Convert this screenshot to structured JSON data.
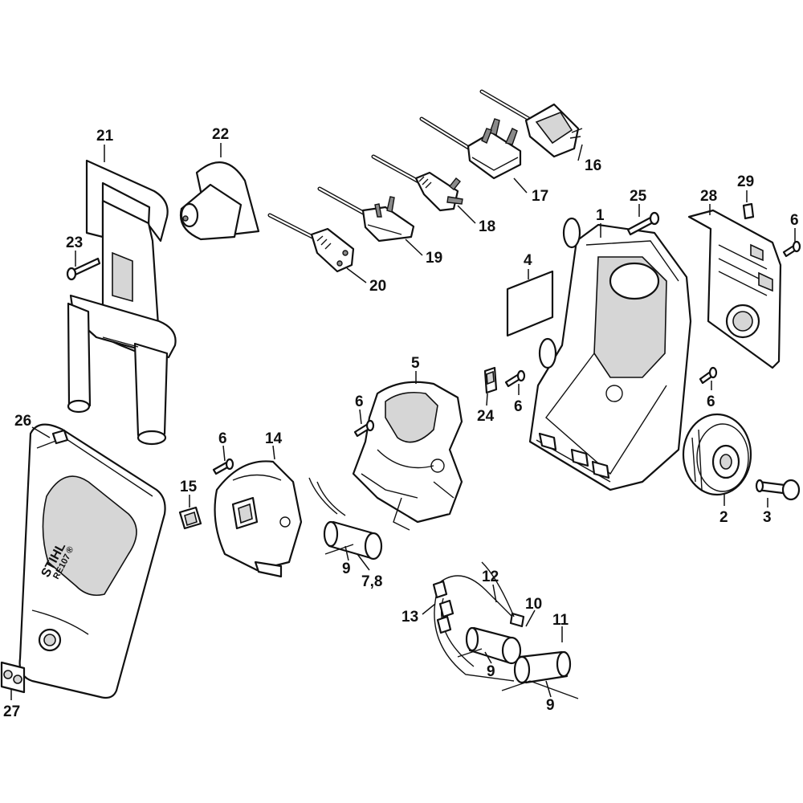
{
  "diagram": {
    "brand_text": "STIHL",
    "brand_mark": "®",
    "model_text": "RE107",
    "callouts": {
      "c1": "1",
      "c2": "2",
      "c3": "3",
      "c4": "4",
      "c5": "5",
      "c6a": "6",
      "c6b": "6",
      "c6c": "6",
      "c6d": "6",
      "c6e": "6",
      "c78": "7,8",
      "c9a": "9",
      "c9b": "9",
      "c9c": "9",
      "c10": "10",
      "c11": "11",
      "c12": "12",
      "c13": "13",
      "c14": "14",
      "c15": "15",
      "c16": "16",
      "c17": "17",
      "c18": "18",
      "c19": "19",
      "c20": "20",
      "c21": "21",
      "c22": "22",
      "c23": "23",
      "c24": "24",
      "c25": "25",
      "c26": "26",
      "c27": "27",
      "c28": "28",
      "c29": "29"
    }
  }
}
